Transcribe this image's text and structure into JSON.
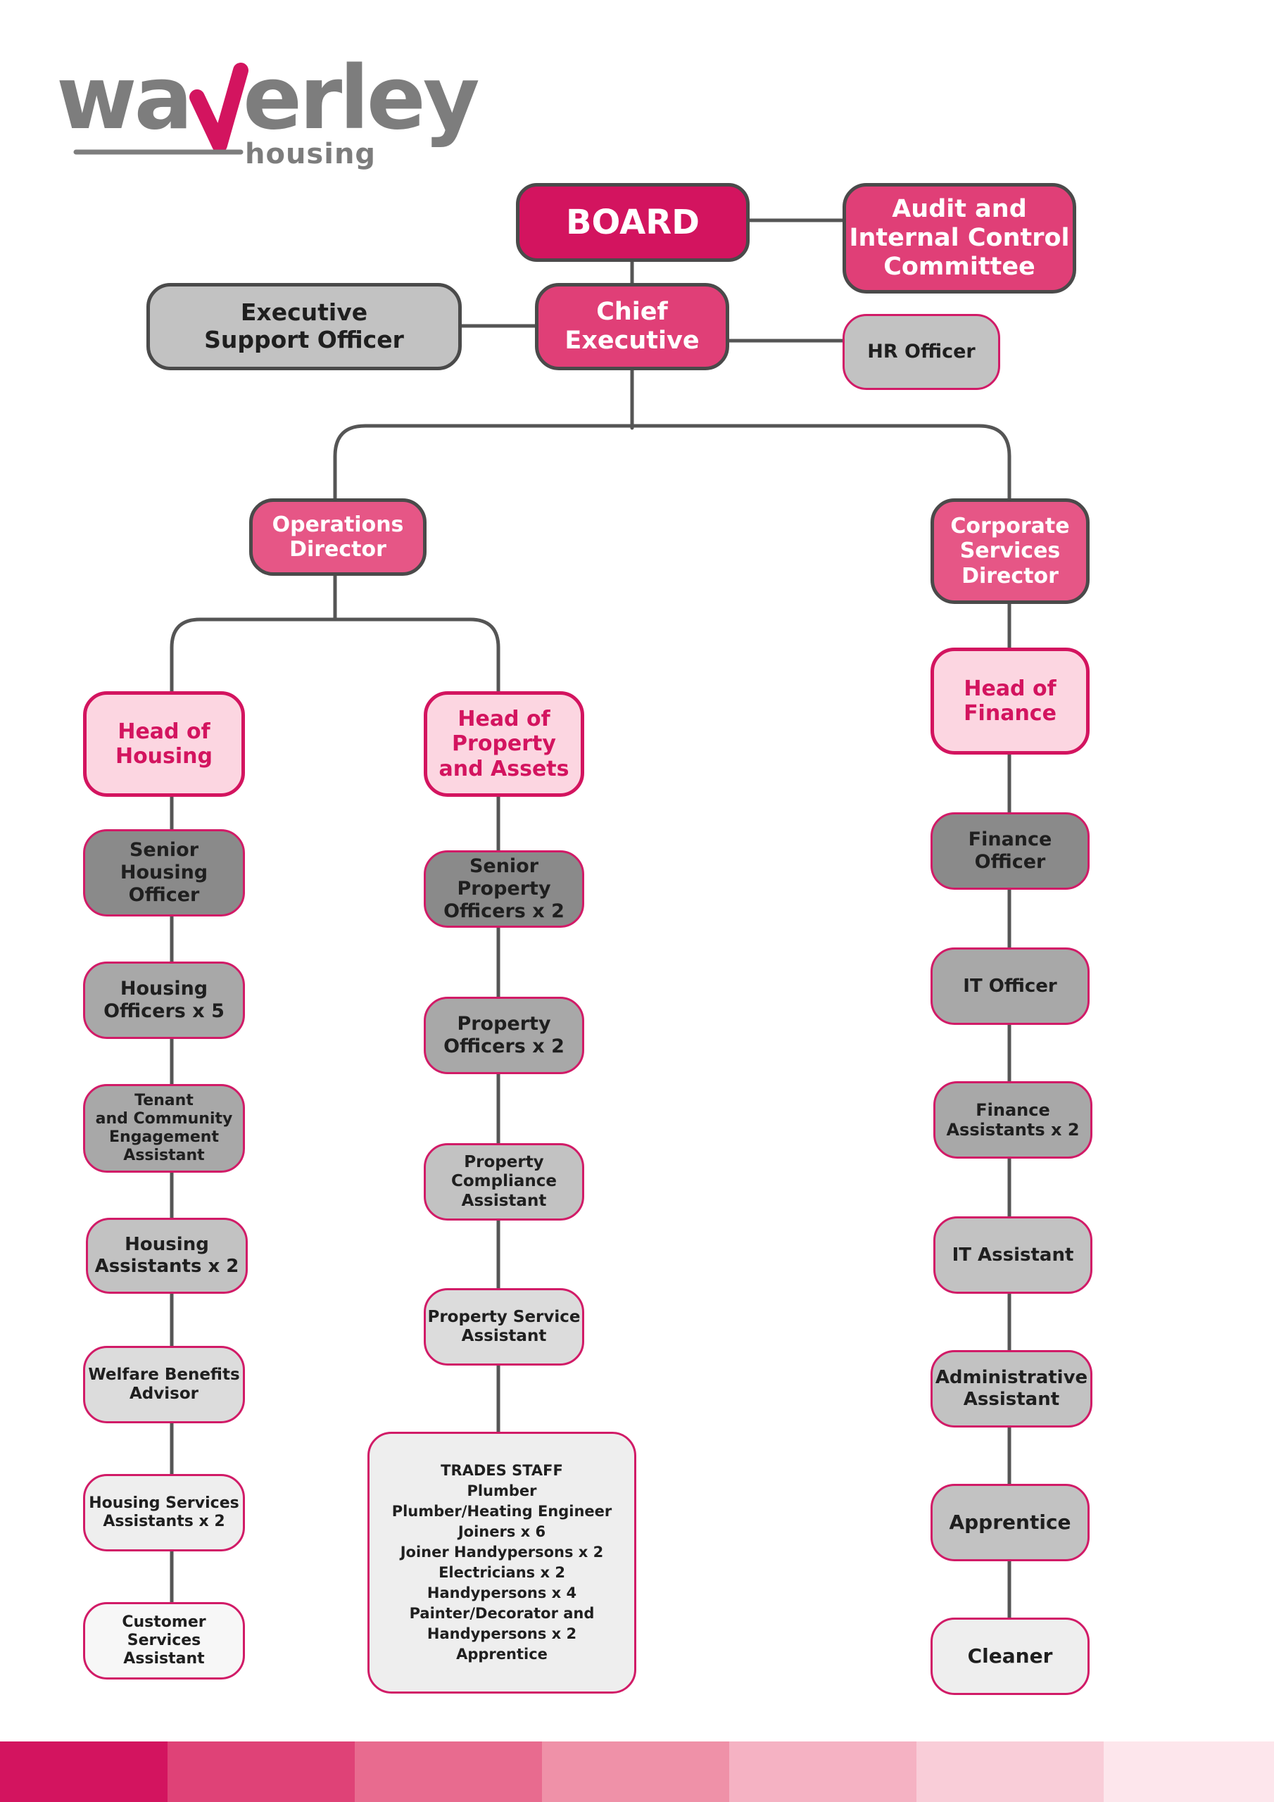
{
  "logo": {
    "word_left": "wa",
    "word_right": "erley",
    "subtitle": "housing"
  },
  "colors": {
    "magenta": "#d3145f",
    "rose": "#e03f77",
    "pink": "#e65686",
    "light_pink": "#fcd6e1",
    "dark_gray": "#8a8a8a",
    "mid_gray": "#a8a8a8",
    "light_gray": "#c2c2c2",
    "connector": "#555555"
  },
  "org": {
    "board": "BOARD",
    "audit": "Audit and\nInternal Control\nCommittee",
    "exec_support": "Executive\nSupport Officer",
    "chief_exec": "Chief\nExecutive",
    "hr_officer": "HR Officer",
    "ops_director": "Operations\nDirector",
    "corp_director": "Corporate\nServices\nDirector",
    "housing": {
      "head": "Head of\nHousing",
      "roles": [
        "Senior\nHousing\nOfficer",
        "Housing\nOfficers x 5",
        "Tenant\nand Community\nEngagement\nAssistant",
        "Housing\nAssistants x 2",
        "Welfare Benefits\nAdvisor",
        "Housing Services\nAssistants x 2",
        "Customer Services\nAssistant"
      ]
    },
    "property": {
      "head": "Head of\nProperty\nand Assets",
      "roles": [
        "Senior\nProperty\nOfficers x 2",
        "Property\nOfficers x 2",
        "Property\nCompliance\nAssistant",
        "Property Service\nAssistant"
      ],
      "trades": "TRADES STAFF\nPlumber\nPlumber/Heating Engineer\nJoiners x 6\nJoiner Handypersons x 2\nElectricians x 2\nHandypersons x 4\nPainter/Decorator and\nHandypersons x 2\nApprentice"
    },
    "finance": {
      "head": "Head of\nFinance",
      "roles": [
        "Finance\nOfficer",
        "IT Officer",
        "Finance\nAssistants x 2",
        "IT Assistant",
        "Administrative\nAssistant",
        "Apprentice",
        "Cleaner"
      ]
    }
  },
  "footer_stripes": [
    "#d3145f",
    "#df4277",
    "#e86b8f",
    "#ef91a8",
    "#f5b2c3",
    "#f9cdd8",
    "#fde6ec"
  ]
}
